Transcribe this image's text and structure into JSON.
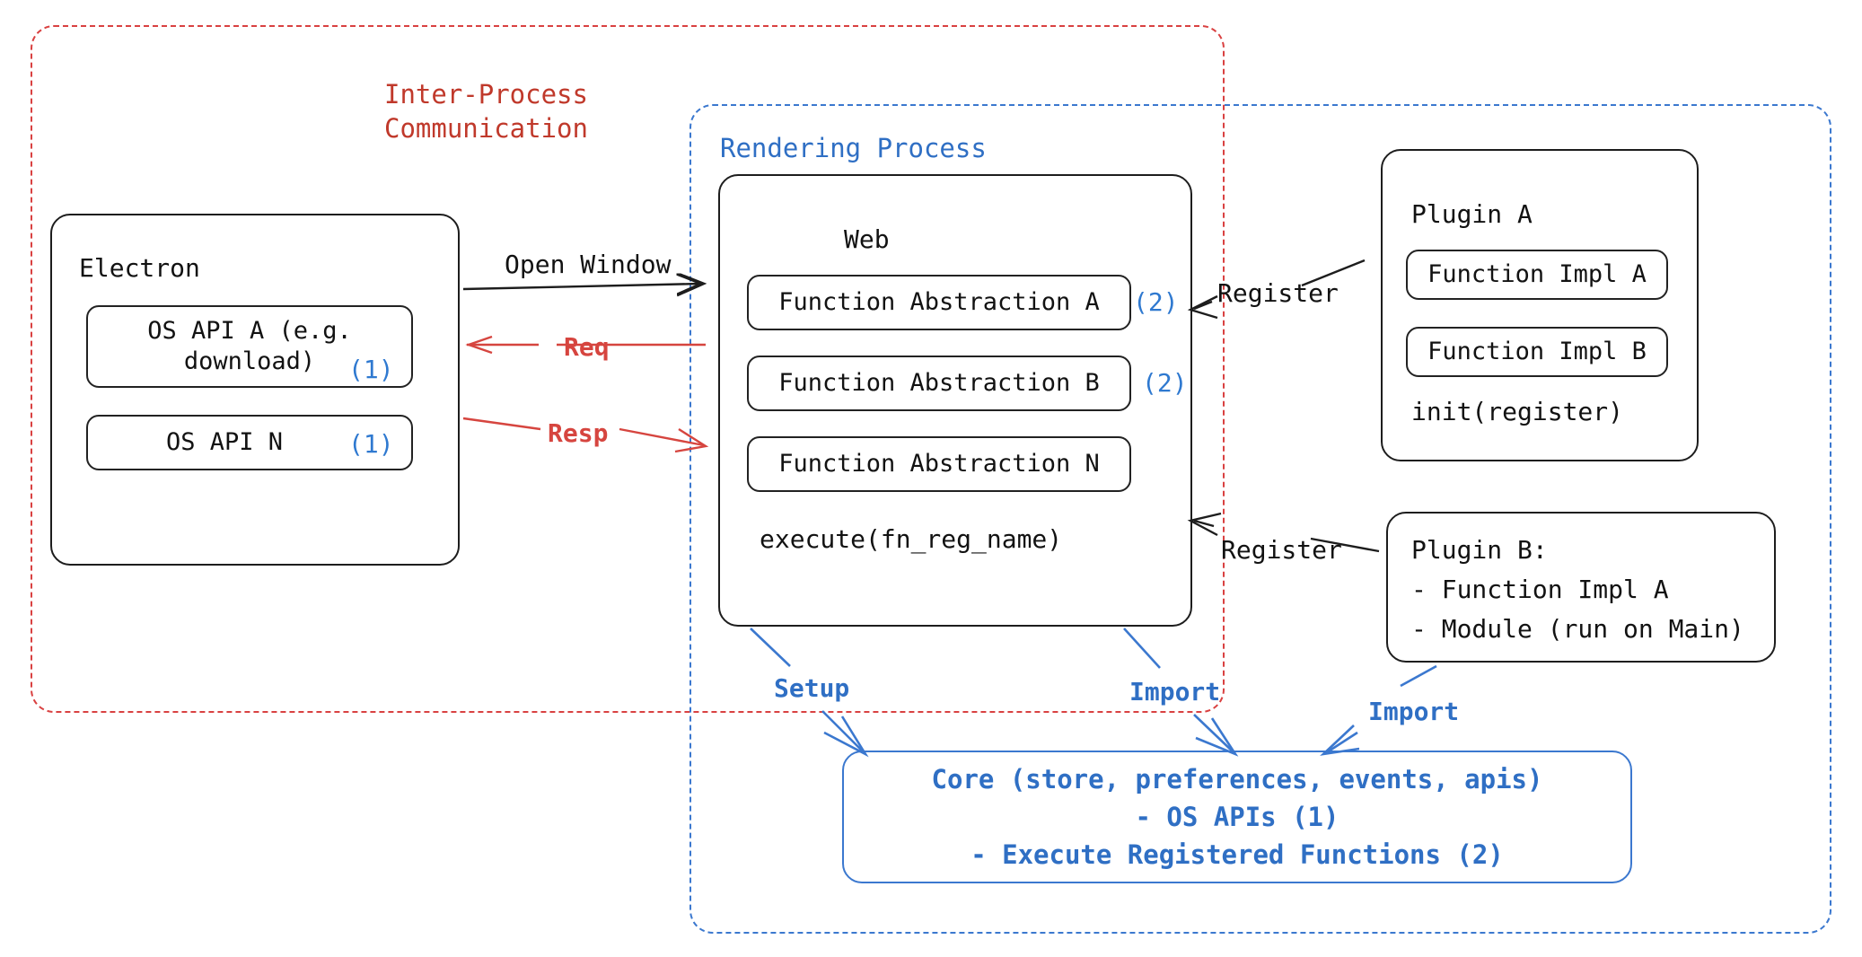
{
  "diagram": {
    "title_semantic": "electron-plugin-architecture-diagram",
    "colors": {
      "ipc_red": "#c0392b",
      "arrow_red": "#d6453f",
      "process_blue": "#2f6fc4",
      "annotation_blue": "#2f79d0",
      "stroke_black": "#1d1d1d"
    }
  },
  "regions": {
    "ipc": {
      "label": "Inter-Process\nCommunication"
    },
    "rendering": {
      "label": "Rendering Process"
    }
  },
  "electron": {
    "title": "Electron",
    "apis": [
      {
        "label": "OS API A (e.g.\ndownload)",
        "marker": "(1)"
      },
      {
        "label": "OS API N",
        "marker": "(1)"
      }
    ]
  },
  "web": {
    "title": "Web",
    "abstractions": [
      {
        "label": "Function Abstraction A",
        "marker": "(2)"
      },
      {
        "label": "Function Abstraction B",
        "marker": "(2)"
      },
      {
        "label": "Function Abstraction N",
        "marker": ""
      }
    ],
    "footer": "execute(fn_reg_name)"
  },
  "plugin_a": {
    "title": "Plugin A",
    "functions": [
      {
        "label": "Function Impl A"
      },
      {
        "label": "Function Impl B"
      }
    ],
    "footer": "init(register)"
  },
  "plugin_b": {
    "lines": [
      "Plugin B:",
      "- Function Impl A",
      "- Module (run on Main)"
    ]
  },
  "core": {
    "lines": [
      "Core (store, preferences, events, apis)",
      "- OS APIs (1)",
      "- Execute Registered Functions (2)"
    ]
  },
  "arrows": {
    "open_window": "Open Window",
    "req": "Req",
    "resp": "Resp",
    "register_a": "Register",
    "register_b": "Register",
    "setup": "Setup",
    "import_web": "Import",
    "import_plugin_b": "Import"
  }
}
